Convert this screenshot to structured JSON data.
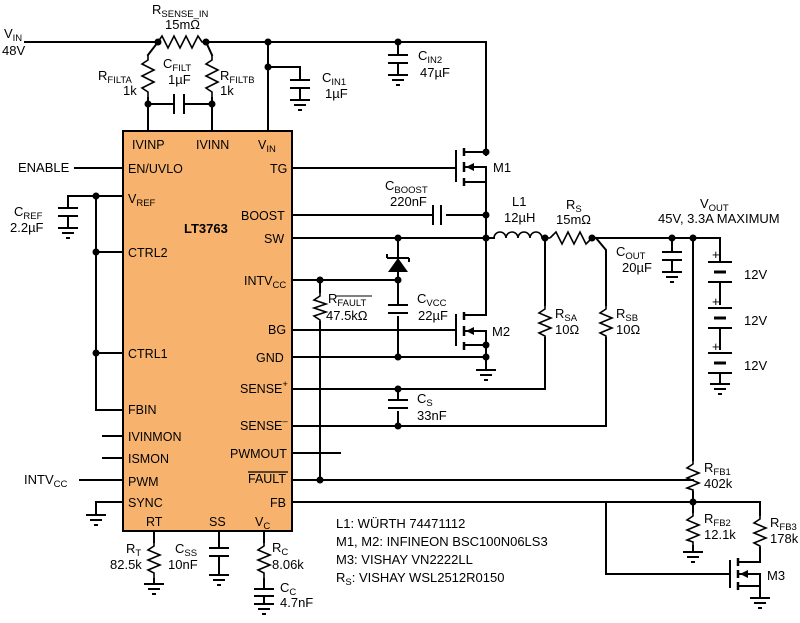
{
  "colors": {
    "ic_fill": "#f7b36e",
    "wire": "#000000",
    "background": "#ffffff"
  },
  "ic": {
    "name": "LT3763",
    "pins": {
      "ivinp": "IVINP",
      "ivinn": "IVINN",
      "vin": "V",
      "vin_sub": "IN",
      "en_uvlo": "EN/UVLO",
      "vref": "V",
      "vref_sub": "REF",
      "ctrl2": "CTRL2",
      "ctrl1": "CTRL1",
      "fbin": "FBIN",
      "ivinmon": "IVINMON",
      "ismon": "ISMON",
      "pwm": "PWM",
      "sync": "SYNC",
      "rt": "RT",
      "ss": "SS",
      "vc": "V",
      "vc_sub": "C",
      "tg": "TG",
      "boost": "BOOST",
      "sw": "SW",
      "intvcc": "INTV",
      "intvcc_sub": "CC",
      "bg": "BG",
      "gnd": "GND",
      "sense_plus": "SENSE",
      "sense_plus_sup": "+",
      "sense_minus": "SENSE",
      "sense_minus_sup": "–",
      "pwmout": "PWMOUT",
      "fault": "FAULT",
      "fb": "FB"
    }
  },
  "inputs": {
    "vin_main": "V",
    "vin_main_sub": "IN",
    "vin_value": "48V",
    "enable": "ENABLE",
    "intvcc_in": "INTV",
    "intvcc_in_sub": "CC"
  },
  "components": {
    "rsense_in": {
      "main": "R",
      "sub": "SENSE_IN",
      "value": "15mΩ"
    },
    "rfilta": {
      "main": "R",
      "sub": "FILTA",
      "value": "1k"
    },
    "rfiltb": {
      "main": "R",
      "sub": "FILTB",
      "value": "1k"
    },
    "cfilt": {
      "main": "C",
      "sub": "FILT",
      "value": "1µF"
    },
    "cin1": {
      "main": "C",
      "sub": "IN1",
      "value": "1µF"
    },
    "cin2": {
      "main": "C",
      "sub": "IN2",
      "value": "47µF"
    },
    "m1": "M1",
    "m2": "M2",
    "m3": "M3",
    "cboost": {
      "main": "C",
      "sub": "BOOST",
      "value": "220nF"
    },
    "l1": {
      "main": "L1",
      "value": "12µH"
    },
    "rs": {
      "main": "R",
      "sub": "S",
      "value": "15mΩ"
    },
    "cref": {
      "main": "C",
      "sub": "REF",
      "value": "2.2µF"
    },
    "rfault": {
      "main": "R",
      "sub": "FAULT",
      "value": "47.5kΩ"
    },
    "cvcc": {
      "main": "C",
      "sub": "VCC",
      "value": "22µF"
    },
    "rsa": {
      "main": "R",
      "sub": "SA",
      "value": "10Ω"
    },
    "rsb": {
      "main": "R",
      "sub": "SB",
      "value": "10Ω"
    },
    "cs": {
      "main": "C",
      "sub": "S",
      "value": "33nF"
    },
    "cout": {
      "main": "C",
      "sub": "OUT",
      "value": "20µF"
    },
    "rfb1": {
      "main": "R",
      "sub": "FB1",
      "value": "402k"
    },
    "rfb2": {
      "main": "R",
      "sub": "FB2",
      "value": "12.1k"
    },
    "rfb3": {
      "main": "R",
      "sub": "FB3",
      "value": "178k"
    },
    "rt": {
      "main": "R",
      "sub": "T",
      "value": "82.5k"
    },
    "css": {
      "main": "C",
      "sub": "SS",
      "value": "10nF"
    },
    "rc": {
      "main": "R",
      "sub": "C",
      "value": "8.06k"
    },
    "cc": {
      "main": "C",
      "sub": "C",
      "value": "4.7nF"
    }
  },
  "output": {
    "vout": "V",
    "vout_sub": "OUT",
    "spec": "45V, 3.3A MAXIMUM",
    "batteries": [
      "12V",
      "12V",
      "12V"
    ],
    "plus": "+"
  },
  "notes": [
    "L1: WÜRTH 74471112",
    "M1, M2: INFINEON BSC100N06LS3",
    "M3: VISHAY VN2222LL",
    {
      "main": "R",
      "sub": "S",
      "rest": ": VISHAY WSL2512R0150"
    }
  ]
}
